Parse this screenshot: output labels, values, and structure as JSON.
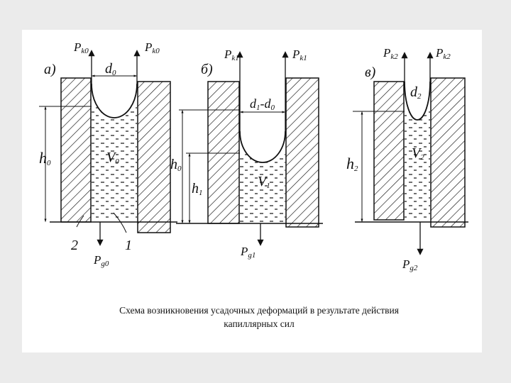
{
  "caption": {
    "line1": "Схема возникновения усадочных деформаций в результате действия",
    "line2": "капиллярных сил"
  },
  "panels": [
    {
      "letter": "а)",
      "pk_left": "P",
      "pk_left_sub": "k0",
      "pk_right": "P",
      "pk_right_sub": "k0",
      "diameter": "d",
      "diameter_sub": "0",
      "height": "h",
      "height_sub": "0",
      "volume": "V",
      "volume_sub": "0",
      "gravity": "P",
      "gravity_sub": "g0",
      "callout_2": "2",
      "callout_1": "1"
    },
    {
      "letter": "б)",
      "pk_left": "P",
      "pk_left_sub": "k1",
      "pk_right": "P",
      "pk_right_sub": "k1",
      "diameter": "d",
      "diameter_sub": "1",
      "diameter_sep": "-",
      "diameter2": "d",
      "diameter2_sub": "0",
      "height_a": "h",
      "height_a_sub": "0",
      "height_b": "h",
      "height_b_sub": "1",
      "volume": "V",
      "volume_sub": "1",
      "gravity": "P",
      "gravity_sub": "g1"
    },
    {
      "letter": "в)",
      "pk_left": "P",
      "pk_left_sub": "k2",
      "pk_right": "P",
      "pk_right_sub": "k2",
      "diameter": "d",
      "diameter_sub": "2",
      "height": "h",
      "height_sub": "2",
      "volume": "V",
      "volume_sub": "2",
      "gravity": "P",
      "gravity_sub": "g2"
    }
  ],
  "colors": {
    "ink": "#111111",
    "paper": "#ffffff",
    "background": "#ebebeb"
  }
}
